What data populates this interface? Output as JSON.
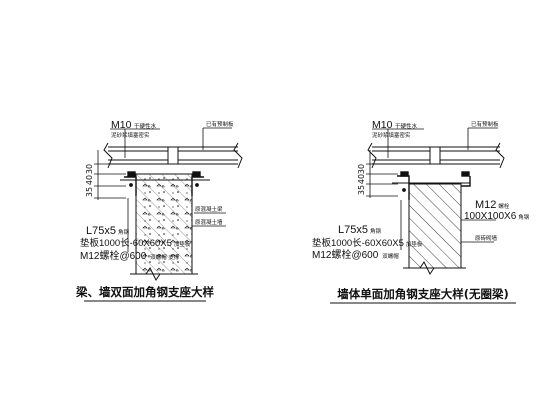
{
  "left": {
    "title": "梁、墙双面加角钢支座大样",
    "m10": "M10",
    "note_mortar": "干硬性水",
    "note_mortar2": "泥砂浆填塞密实",
    "note_existing_slab": "已有预制板",
    "dims": [
      "30",
      "40",
      "35"
    ],
    "angle_main": "L75x5",
    "angle_main_suffix": "角钢",
    "plate": "垫板1000长-60X60X5",
    "plate_suffix": "加垫板",
    "bolt": "M12螺栓@600",
    "bolt_suffix": "双螺帽  支撑",
    "note_beam": "原混凝土梁",
    "note_wall": "原混凝土墙"
  },
  "right": {
    "title": "墙体单面加角钢支座大样(无圈梁)",
    "m10": "M10",
    "note_mortar": "干硬性水",
    "note_mortar2": "泥砂浆填塞密实",
    "note_existing_slab": "已有预制板",
    "dims": [
      "30",
      "40",
      "35"
    ],
    "angle_main": "L75x5",
    "angle_main_suffix": "角钢",
    "plate": "垫板1000长-60X60X5",
    "plate_suffix": "加垫板",
    "bolt": "M12螺栓@600",
    "bolt_suffix": "双螺帽",
    "bolt_right": "M12",
    "bolt_right_suffix": "螺栓",
    "angle_right": "100X100X6",
    "angle_right_suffix": "角钢",
    "note_wall": "原砖砌墙"
  }
}
